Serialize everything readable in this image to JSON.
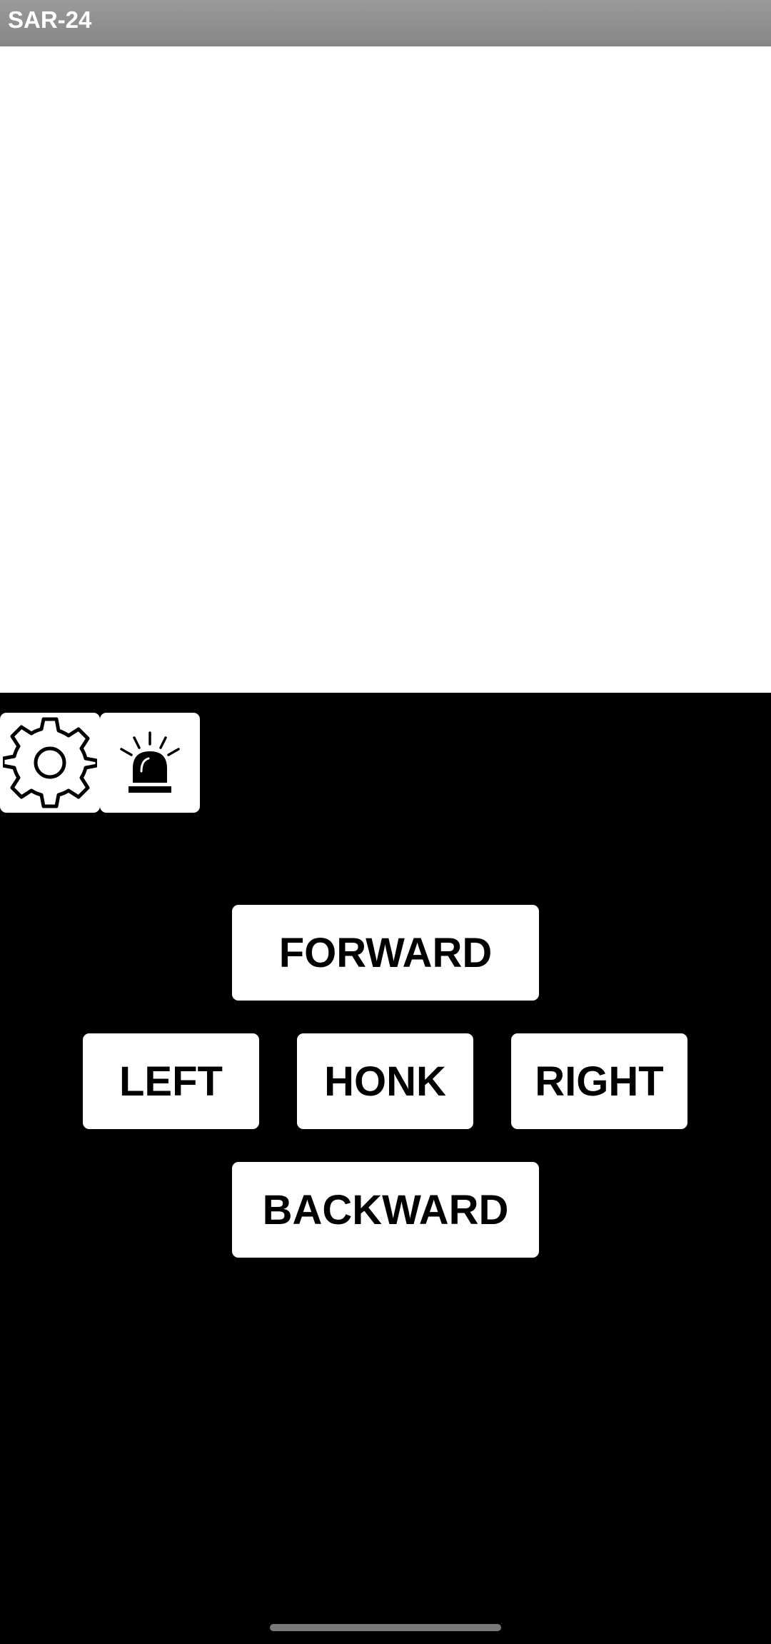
{
  "app_bar": {
    "title": "SAR-24"
  },
  "toolbar": {
    "settings_icon": "gear-icon",
    "siren_icon": "siren-icon"
  },
  "controls": {
    "forward_label": "FORWARD",
    "left_label": "LEFT",
    "honk_label": "HONK",
    "right_label": "RIGHT",
    "backward_label": "BACKWARD"
  },
  "colors": {
    "app_bar": "#8e8e8e",
    "view_background": "#ffffff",
    "control_background": "#000000",
    "button_background": "#ffffff",
    "button_text": "#000000"
  }
}
